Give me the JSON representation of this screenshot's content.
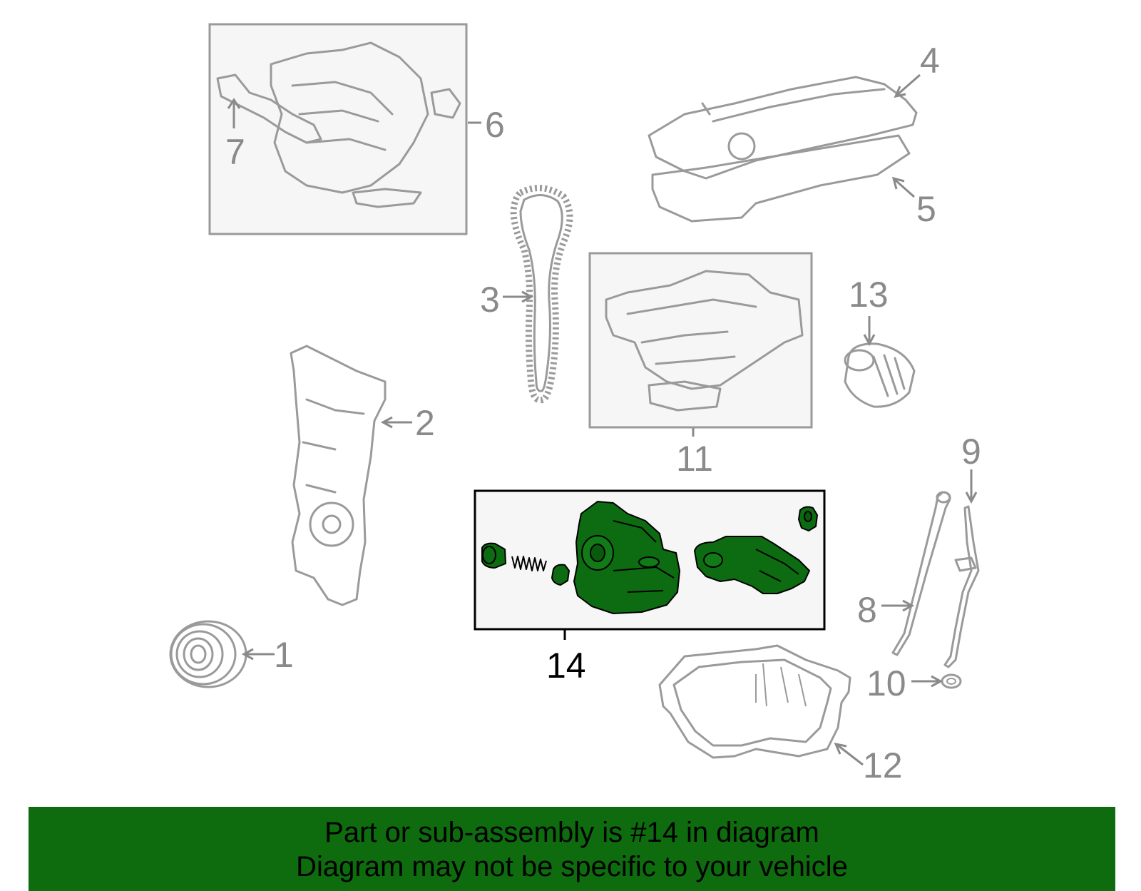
{
  "callouts": {
    "c1": "1",
    "c2": "2",
    "c3": "3",
    "c4": "4",
    "c5": "5",
    "c6": "6",
    "c7": "7",
    "c8": "8",
    "c9": "9",
    "c10": "10",
    "c11": "11",
    "c12": "12",
    "c13": "13",
    "c14": "14"
  },
  "banner": {
    "line1": "Part or sub-assembly is #14 in diagram",
    "line2": "Diagram may not be specific to your vehicle"
  },
  "colors": {
    "banner_bg": "#0e6b0e",
    "highlight_part": "#0d6b12",
    "part_stroke": "#9a9a9a"
  }
}
